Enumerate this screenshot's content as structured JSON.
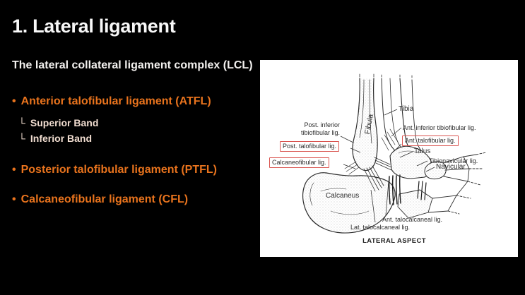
{
  "slide": {
    "title": "1. Lateral ligament",
    "subtitle": "The lateral collateral ligament complex (LCL)",
    "bullet_glyph": "•",
    "sub_glyph": "└",
    "bullets": [
      {
        "label": "Anterior talofibular ligament (ATFL)"
      },
      {
        "label": "Posterior talofibular ligament (PTFL)"
      },
      {
        "label": "Calcaneofibular ligament (CFL)"
      }
    ],
    "atfl_sub_items": [
      "Superior Band",
      "Inferior Band"
    ]
  },
  "figure": {
    "caption": "LATERAL ASPECT",
    "labels": {
      "tibia": "Tibia",
      "fibula": "Fibula",
      "post_inferior_tibiofibular": "Post. inferior tibiofibular lig.",
      "ant_inferior_tibiofibular": "Ant. inferior tibiofibular lig.",
      "post_talofibular": "Post. talofibular lig.",
      "ant_talofibular": "Ant. talofibular lig.",
      "calcaneofibular": "Calcaneofibular lig.",
      "talus": "Talus",
      "tibionavicular": "Tibionavicular lig.",
      "navicular": "Navicular",
      "calcaneus": "Calcaneus",
      "ant_talocalcaneal": "Ant. talocalcaneal lig.",
      "lat_talocalcaneal": "Lat. talocalcaneal lig."
    },
    "highlighted_labels": [
      "Post. talofibular lig.",
      "Ant. talofibular lig.",
      "Calcaneofibular lig."
    ]
  },
  "colors": {
    "background": "#000000",
    "title_text": "#f8f8f8",
    "accent_orange": "#e8731d",
    "sub_item_cream": "#f1ddd0",
    "highlight_box_red": "#d95450",
    "figure_background": "#ffffff",
    "drawing_line": "#2d2d2d"
  }
}
